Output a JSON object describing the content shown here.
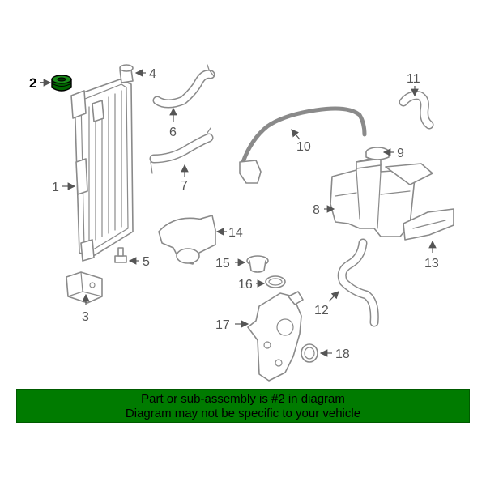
{
  "diagram": {
    "colors": {
      "line": "#8a8a8a",
      "highlight": "#006400",
      "banner_bg": "#007b00",
      "text": "#555555"
    },
    "callouts": [
      "1",
      "2",
      "3",
      "4",
      "5",
      "6",
      "7",
      "8",
      "9",
      "10",
      "11",
      "12",
      "13",
      "14",
      "15",
      "16",
      "17",
      "18"
    ],
    "highlighted_part": "2"
  },
  "banner": {
    "line1": "Part or sub-assembly is #2 in diagram",
    "line2": "Diagram may not be specific to your vehicle"
  }
}
